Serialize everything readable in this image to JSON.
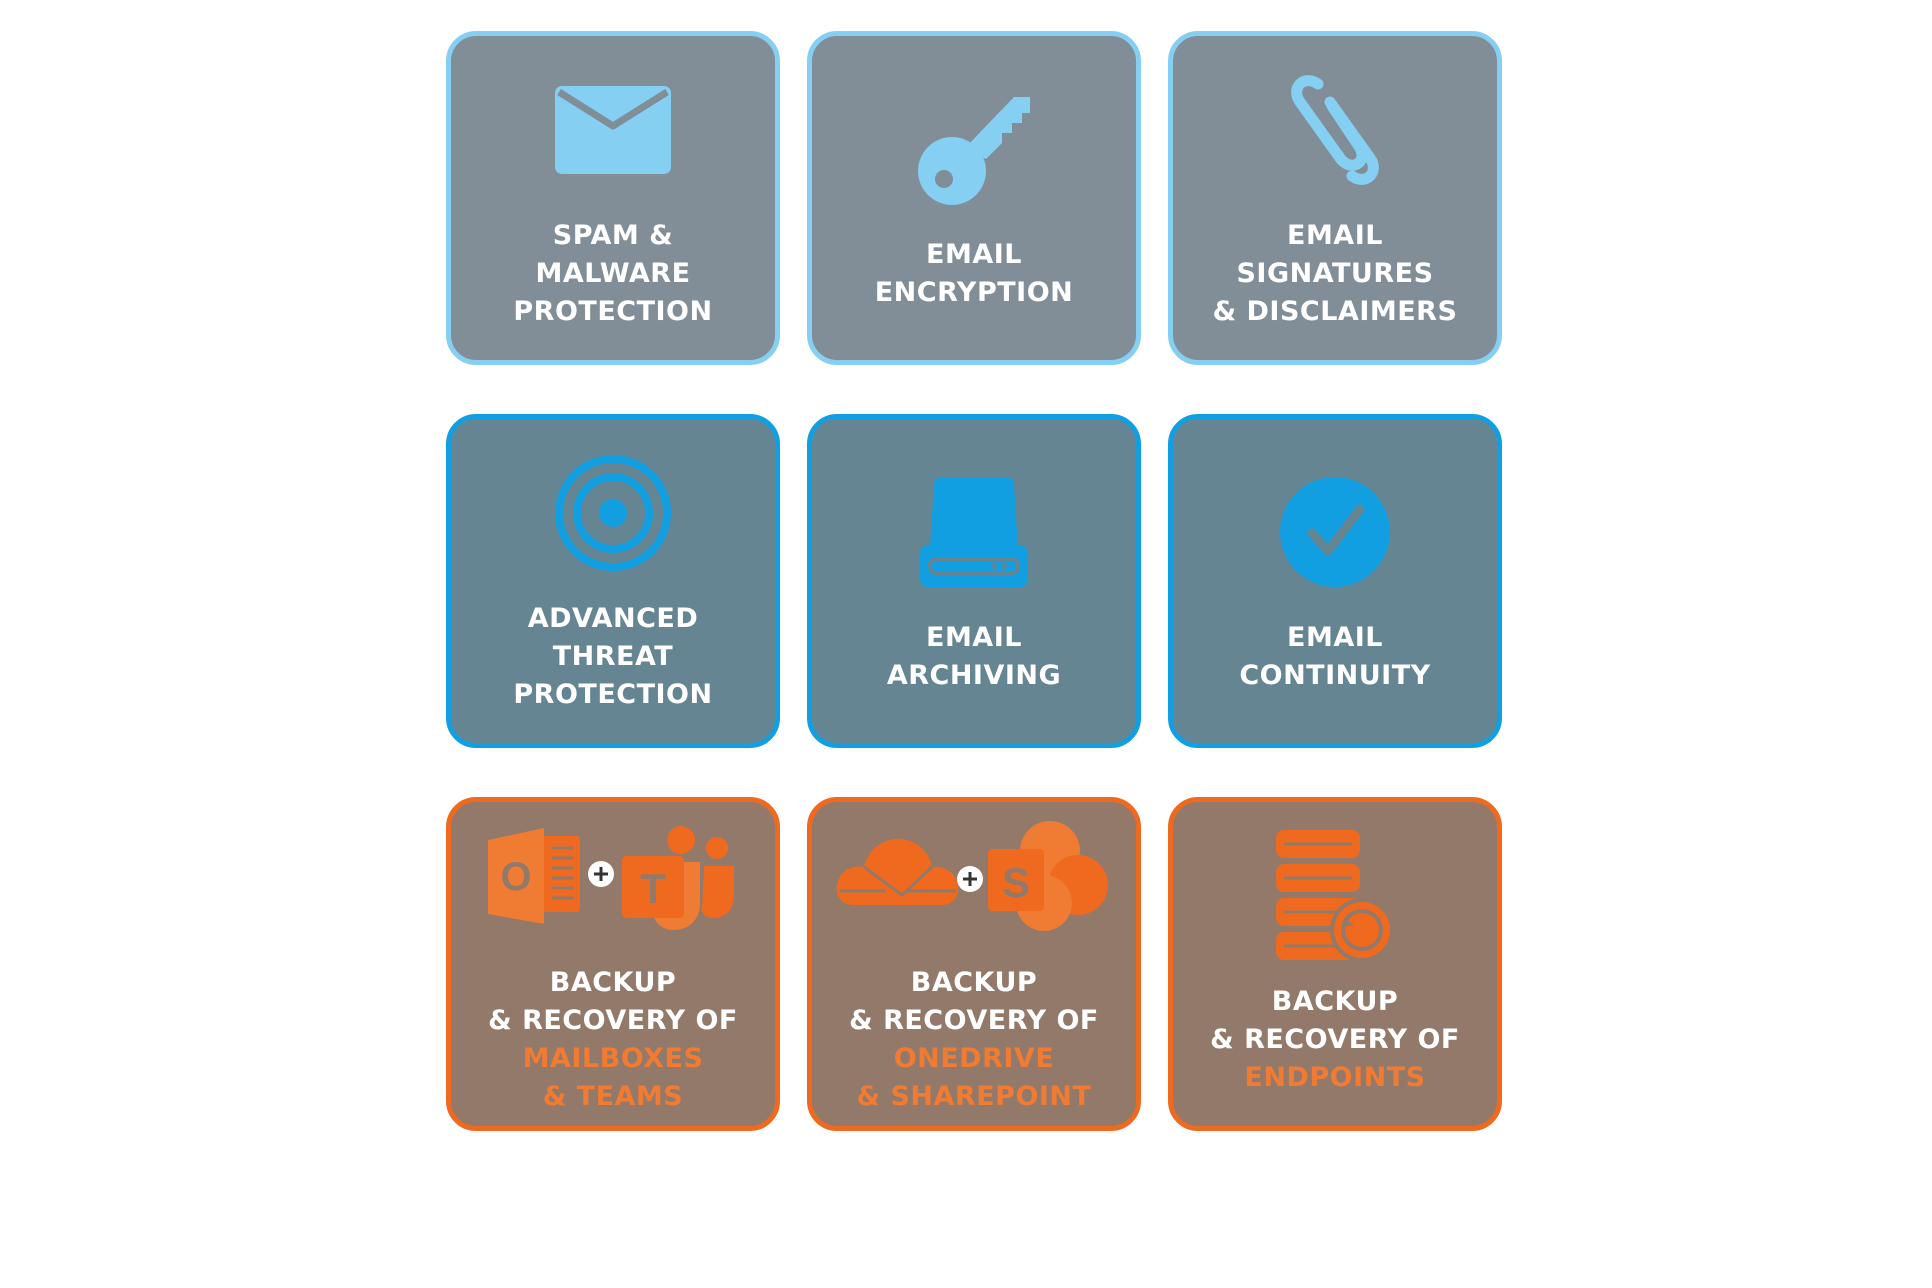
{
  "colors": {
    "light_tile_bg": "#818e97",
    "light_tile_border": "#85cff3",
    "blue_tile_bg": "#658592",
    "blue_tile_border": "#129fe1",
    "orange_tile_bg": "#937969",
    "orange_tile_border": "#ef6a1f",
    "text": "#ffffff",
    "highlight_text": "#f07b33"
  },
  "tiles": [
    {
      "icon": "envelope-icon",
      "lines": [
        "SPAM &",
        "MALWARE",
        "PROTECTION"
      ]
    },
    {
      "icon": "key-icon",
      "lines": [
        "EMAIL",
        "ENCRYPTION"
      ]
    },
    {
      "icon": "paperclip-icon",
      "lines": [
        "EMAIL",
        "SIGNATURES",
        "& DISCLAIMERS"
      ]
    },
    {
      "icon": "target-icon",
      "lines": [
        "ADVANCED",
        "THREAT",
        "PROTECTION"
      ]
    },
    {
      "icon": "hard-drive-icon",
      "lines": [
        "EMAIL",
        "ARCHIVING"
      ]
    },
    {
      "icon": "checkmark-circle-icon",
      "lines": [
        "EMAIL",
        "CONTINUITY"
      ]
    },
    {
      "icon": "outlook-teams-icon",
      "icon_letters": [
        "O",
        "T"
      ],
      "lines": [
        "BACKUP",
        "& RECOVERY OF"
      ],
      "highlight": [
        "MAILBOXES",
        "& TEAMS"
      ]
    },
    {
      "icon": "onedrive-sharepoint-icon",
      "icon_letters": [
        "S"
      ],
      "lines": [
        "BACKUP",
        "& RECOVERY OF"
      ],
      "highlight": [
        "ONEDRIVE",
        "& SHAREPOINT"
      ]
    },
    {
      "icon": "server-backup-icon",
      "lines": [
        "BACKUP",
        "& RECOVERY OF"
      ],
      "highlight": [
        "ENDPOINTS"
      ]
    }
  ]
}
